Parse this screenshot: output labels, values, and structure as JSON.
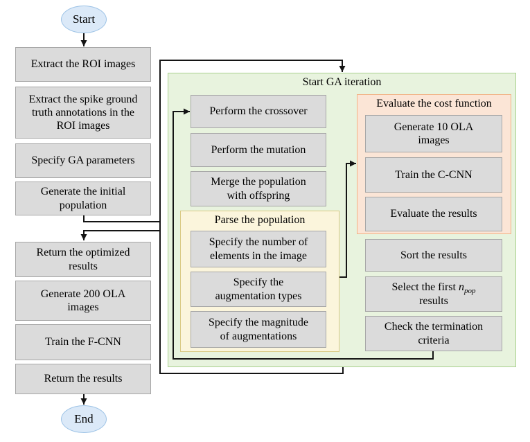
{
  "diagram": {
    "start": "Start",
    "end": "End",
    "left_column": {
      "extract_roi": "Extract the ROI images",
      "extract_spike": "Extract the spike ground\ntruth annotations in the\nROI images",
      "specify_ga": "Specify GA parameters",
      "generate_initial": "Generate the initial\npopulation",
      "return_optimized": "Return the optimized\nresults",
      "generate_200": "Generate 200 OLA\nimages",
      "train_fcnn": "Train the F-CNN",
      "return_results": "Return the results"
    },
    "ga_iteration": {
      "title": "Start GA iteration",
      "crossover": "Perform the crossover",
      "mutation": "Perform the mutation",
      "merge": "Merge the population\nwith offspring",
      "parse_population": {
        "title": "Parse the population",
        "specify_number": "Specify the number of\nelements in the image",
        "specify_types": "Specify the\naugmentation types",
        "specify_magnitude": "Specify the magnitude\nof augmentations"
      },
      "evaluate_cost": {
        "title": "Evaluate the cost function",
        "generate_10": "Generate 10 OLA\nimages",
        "train_ccnn": "Train the C-CNN",
        "evaluate_results": "Evaluate the results"
      },
      "sort_results": "Sort the results",
      "select_first": {
        "prefix": "Select the first ",
        "var": "n",
        "sub": "pop",
        "suffix": "results"
      },
      "check_termination": "Check the termination\ncriteria"
    },
    "colors": {
      "box_fill": "#dbdbdb",
      "box_border": "#a6a6a6",
      "green_fill": "#e8f3de",
      "green_border": "#a9d18e",
      "yellow_fill": "#fbf5dc",
      "yellow_border": "#d9c982",
      "orange_fill": "#fbe5d6",
      "orange_border": "#f2b183",
      "ellipse_fill": "#dbe9f8",
      "ellipse_border": "#9dc3e6",
      "line_color": "#141414",
      "text_color": "#000000"
    }
  }
}
